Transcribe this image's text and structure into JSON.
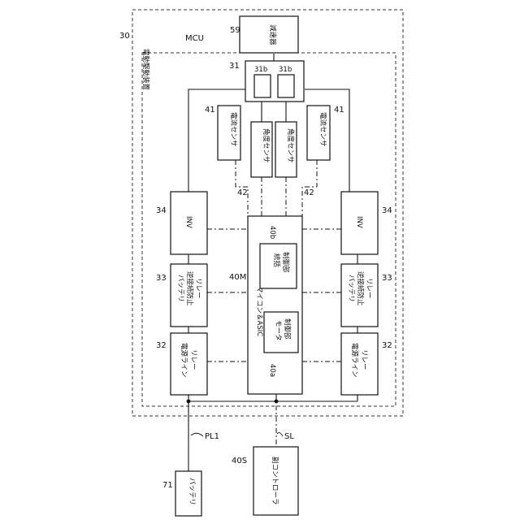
{
  "refs": {
    "r30": "30",
    "mcu": "MCU",
    "r59": "59",
    "r31": "31",
    "r31b_left": "31b",
    "r31b_right": "31b",
    "r41_left": "41",
    "r41_right": "41",
    "r42_left": "42",
    "r42_right": "42",
    "r34_left": "34",
    "r34_right": "34",
    "r40b": "40b",
    "r40M": "40M",
    "r33_left": "33",
    "r33_right": "33",
    "r32_left": "32",
    "r32_right": "32",
    "r40a": "40a",
    "pl1": "PL1",
    "sl": "SL",
    "r71": "71",
    "r40S": "40S"
  },
  "labels": {
    "device": "電動駆動装置",
    "reducer": "減速器",
    "current_sensor_left": "電流センサ",
    "current_sensor_right": "電流センサ",
    "angle_sensor_left": "角度センサ",
    "angle_sensor_right": "角度センサ",
    "inv_left": "INV",
    "inv_right": "INV",
    "asic": "マイコン＆ASIC",
    "unified_control_l1": "統括",
    "unified_control_l2": "制御部",
    "motor_control_l1": "モータ",
    "motor_control_l2": "制御部",
    "relay33_left_l1": "バッテリ",
    "relay33_left_l2": "逆接続防止",
    "relay33_left_l3": "リレー",
    "relay33_right_l1": "バッテリ",
    "relay33_right_l2": "逆接続防止",
    "relay33_right_l3": "リレー",
    "relay32_left_l1": "電源ライン",
    "relay32_left_l2": "リレー",
    "relay32_right_l1": "電源ライン",
    "relay32_right_l2": "リレー",
    "battery": "バッテリ",
    "subcontroller": "副コントローラ"
  }
}
